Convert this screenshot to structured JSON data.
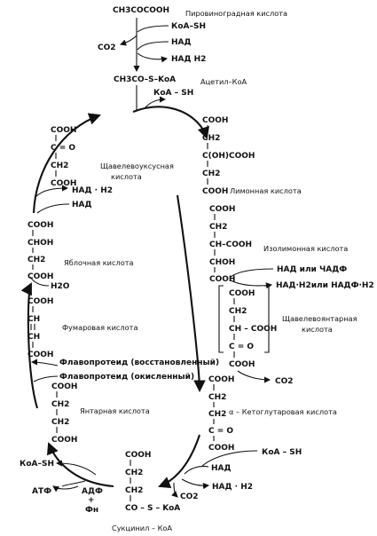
{
  "pyruvate": {
    "formula": "CH3COCOOH",
    "name": "Пировиноградная кислота"
  },
  "pdh": {
    "coa_sh": "КоА–SH",
    "co2": "CO2",
    "nad": "НАД",
    "nadh2": "НАД  H2"
  },
  "acetyl_coa": {
    "formula": "CH3CO–S–KoA",
    "name": "Ацетил–КоА"
  },
  "coa_release": "КоА – SH",
  "citrate": {
    "l1": "COOH",
    "l2": "CH2",
    "l3": "C(OH)COOH",
    "l4": "CH2",
    "l5": "COOH",
    "name": "Лимонная кислота"
  },
  "isocitrate": {
    "l1": "COOH",
    "l2": "CH2",
    "l3": "CH–COOH",
    "l4": "CHOH",
    "l5": "COOH",
    "name": "Изолимонная кислота"
  },
  "idh": {
    "nad": "НАД или ЧАДФ",
    "nadh2": "НАД·H2или НАДФ·H2"
  },
  "oxalosuccinate": {
    "l1": "COOH",
    "l2": "CH2",
    "l3": "CH – COOH",
    "l4": "C = O",
    "l5": "COOH",
    "name1": "Щавелевоянтарная",
    "name2": "кислота",
    "co2": "CO2"
  },
  "akg": {
    "l1": "COOH",
    "l2": "CH2",
    "l3": "CH2",
    "l4": "C = O",
    "l5": "COOH",
    "name": "α – Кетоглутаровая кислота"
  },
  "akg_dh": {
    "coa_sh": "КоА – SH",
    "nad": "НАД",
    "nadh2": "НАД · H2",
    "co2": "CO2"
  },
  "succinyl_coa": {
    "l1": "COOH",
    "l2": "CH2",
    "l3": "CH2",
    "l4": "CO – S – KoA",
    "name": "Сукцинил – КоА"
  },
  "scs": {
    "coa_sh": "КоА–SH",
    "atp": "АТФ",
    "adp": "АДФ",
    "plus": "+",
    "pi": "Фн"
  },
  "succinate": {
    "l1": "COOH",
    "l2": "CH2",
    "l3": "CH2",
    "l4": "COOH",
    "name": "Янтарная кислота"
  },
  "sdh": {
    "reduced": "Флавопротеид (восстановленный)",
    "oxidized": "Флавопротеид (окисленный)"
  },
  "fumarate": {
    "l1": "COOH",
    "l2": "CH",
    "l3": "CH",
    "l4": "COOH",
    "name": "Фумаровая кислота"
  },
  "water": "H2O",
  "malate": {
    "l1": "COOH",
    "l2": "CHOH",
    "l3": "CH2",
    "l4": "COOH",
    "name": "Яблочная кислота"
  },
  "mdh": {
    "nadh2": "НАД · H2",
    "nad": "НАД"
  },
  "oxaloacetate": {
    "l1": "COOH",
    "l2": "C = O",
    "l3": "CH2",
    "l4": "COOH",
    "name1": "Щавелевоуксусная",
    "name2": "кислота"
  }
}
